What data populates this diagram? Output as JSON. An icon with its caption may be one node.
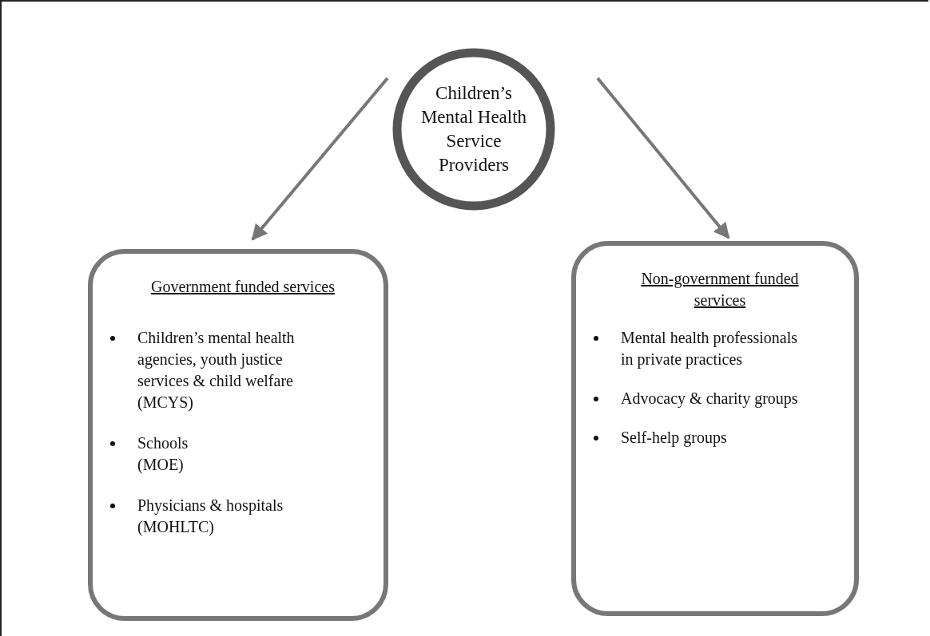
{
  "diagram": {
    "nodes": [
      {
        "text": [
          "Children’s Mental Health Service Providers"
        ]
      },
      {
        "text": [
          "Government funded services",
          "Children’s mental health agencies, youth justice services & child welfare (MCYS)",
          "Schools (MOE)",
          "Physicians & hospitals (MOHLTC)"
        ]
      },
      {
        "text": [
          "Non-government funded services",
          "Mental health professionals in private practices",
          "Advocacy & charity groups",
          "Self-help groups"
        ]
      }
    ],
    "edges": [
      {
        "from": 0,
        "to": 1,
        "arrow": "to"
      },
      {
        "from": 0,
        "to": 2,
        "arrow": "to"
      }
    ]
  }
}
